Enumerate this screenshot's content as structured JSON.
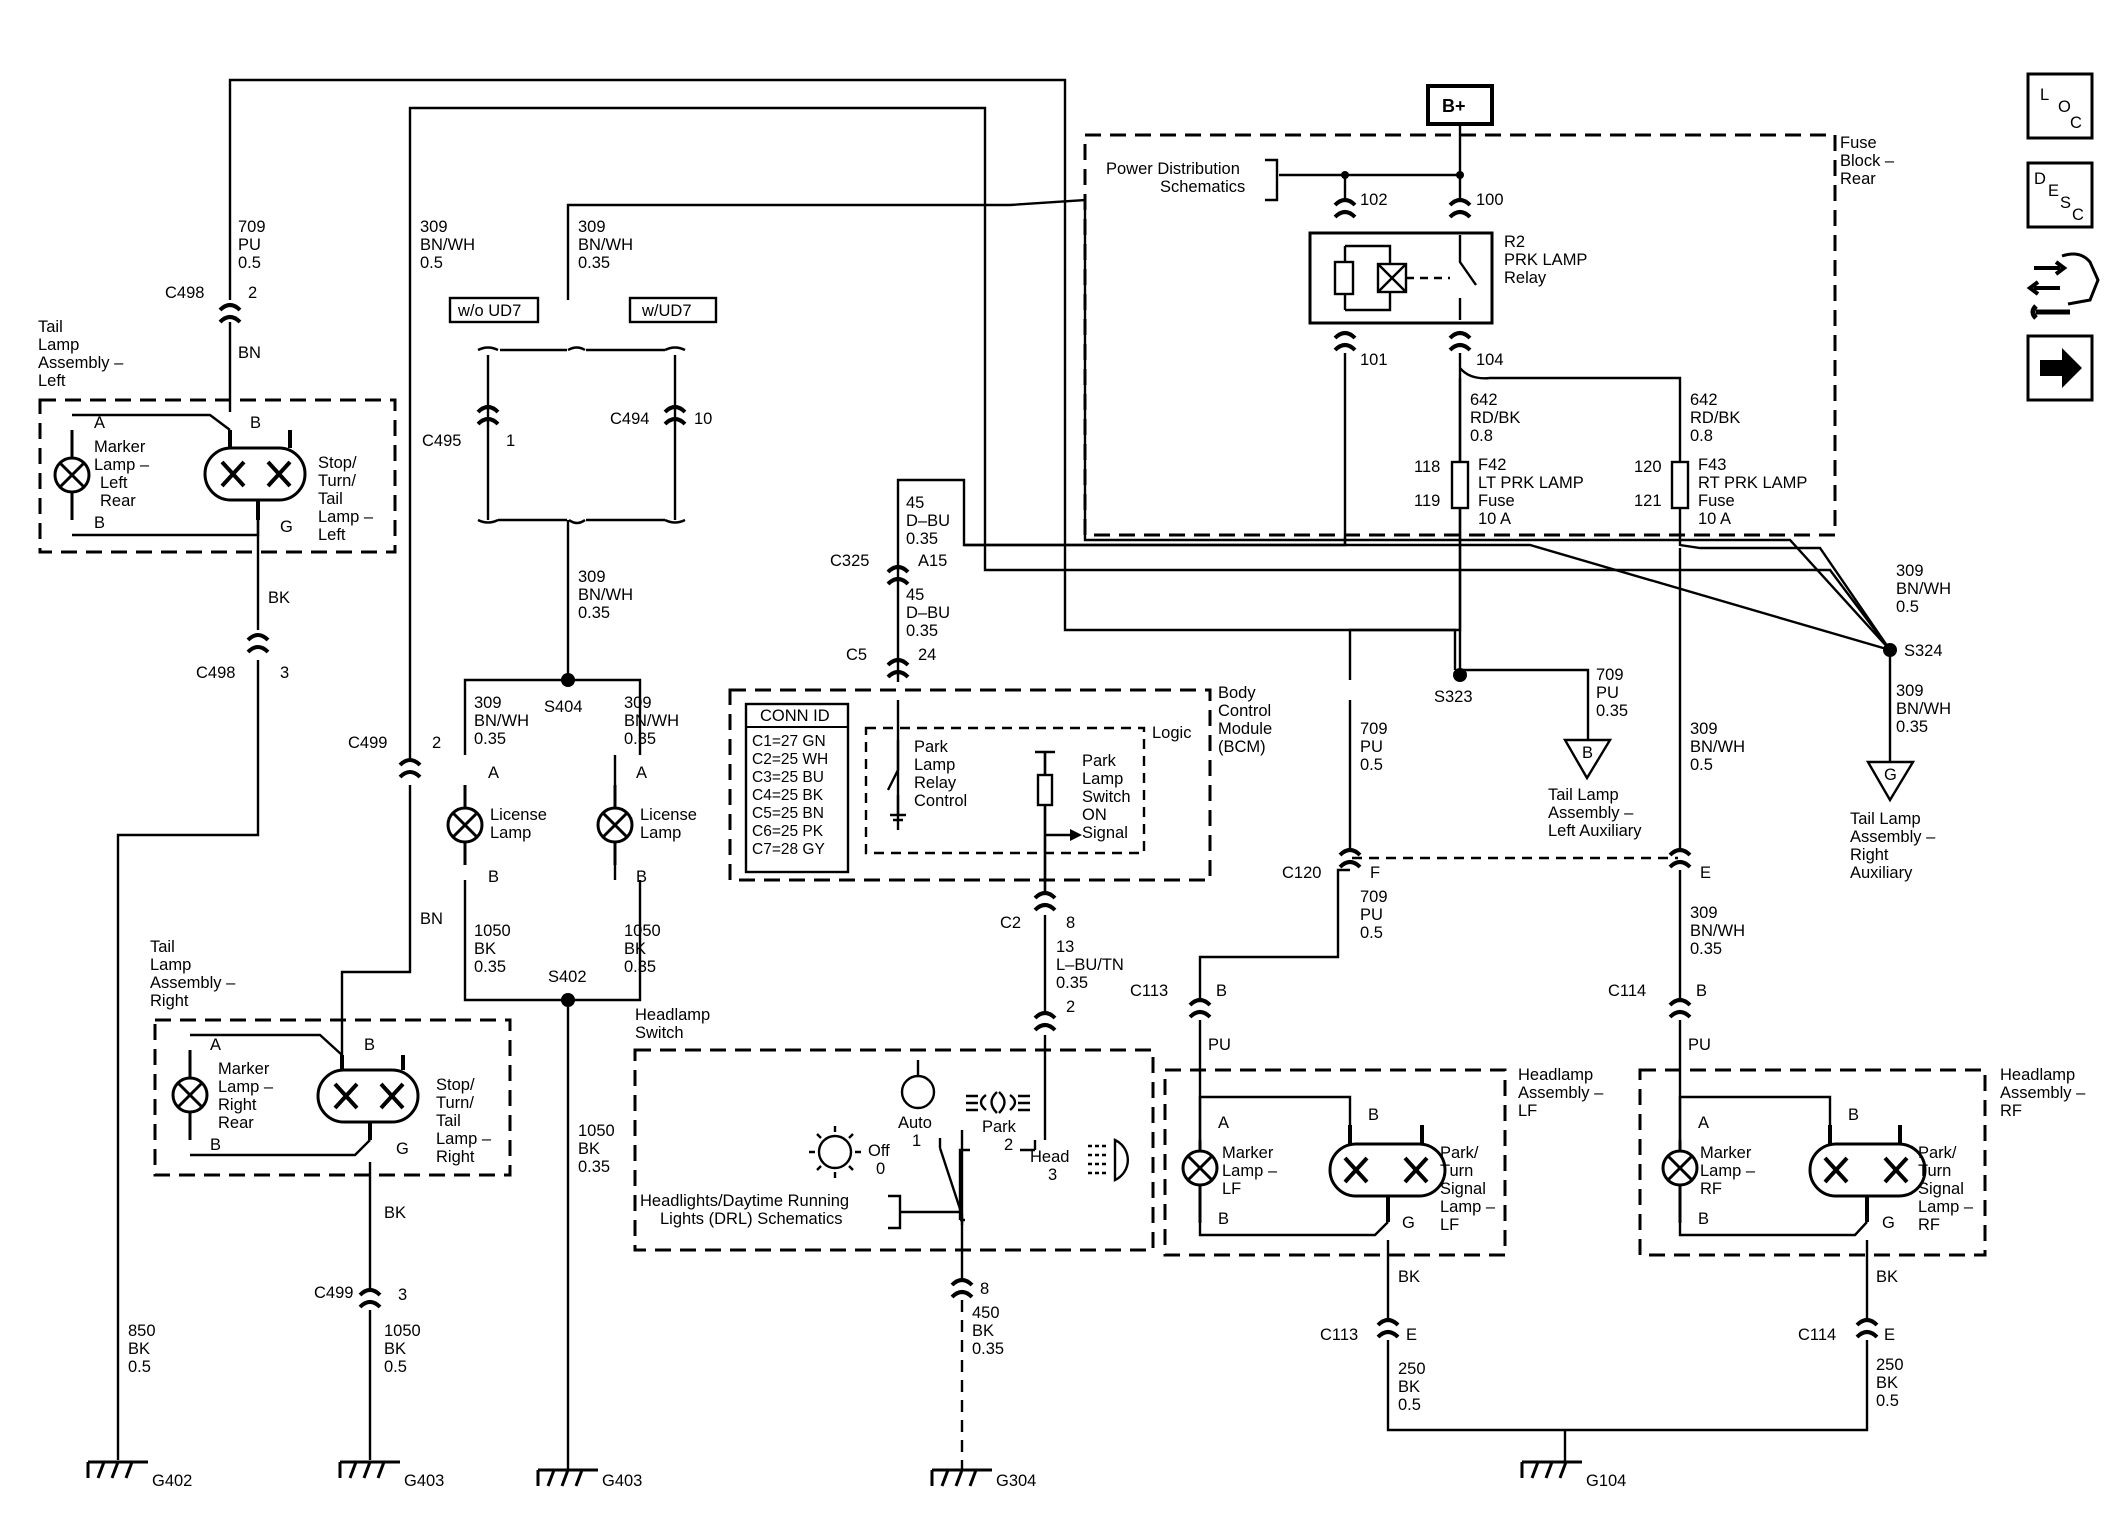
{
  "components": {
    "b_plus": "B+",
    "fuse_block": [
      "Fuse",
      "Block –",
      "Rear"
    ],
    "power_dist": [
      "Power Distribution",
      "Schematics"
    ],
    "relay": [
      "R2",
      "PRK LAMP",
      "Relay"
    ],
    "fuse_f42": [
      "F42",
      "LT PRK LAMP",
      "Fuse",
      "10 A"
    ],
    "fuse_f43": [
      "F43",
      "RT PRK LAMP",
      "Fuse",
      "10 A"
    ],
    "bcm": [
      "Body",
      "Control",
      "Module",
      "(BCM)"
    ],
    "logic": "Logic",
    "park_relay_control": [
      "Park",
      "Lamp",
      "Relay",
      "Control"
    ],
    "park_switch_signal": [
      "Park",
      "Lamp",
      "Switch",
      "ON",
      "Signal"
    ],
    "conn_id": {
      "title": "CONN ID",
      "rows": [
        "C1=27 GN",
        "C2=25 WH",
        "C3=25 BU",
        "C4=25 BK",
        "C5=25 BN",
        "C6=25 PK",
        "C7=28 GY"
      ]
    },
    "headlamp_switch": [
      "Headlamp",
      "Switch"
    ],
    "hs_auto": [
      "Auto",
      "1"
    ],
    "hs_park": [
      "Park",
      "2"
    ],
    "hs_head": [
      "Head",
      "3"
    ],
    "hs_off": [
      "Off",
      "0"
    ],
    "drl": [
      "Headlights/Daytime Running",
      "Lights (DRL) Schematics"
    ],
    "tail_left_title": [
      "Tail",
      "Lamp",
      "Assembly –",
      "Left"
    ],
    "tail_right_title": [
      "Tail",
      "Lamp",
      "Assembly –",
      "Right"
    ],
    "marker_lr": [
      "Marker",
      "Lamp –",
      "Left",
      "Rear"
    ],
    "marker_rr": [
      "Marker",
      "Lamp –",
      "Right",
      "Rear"
    ],
    "stop_left": [
      "Stop/",
      "Turn/",
      "Tail",
      "Lamp –",
      "Left"
    ],
    "stop_right": [
      "Stop/",
      "Turn/",
      "Tail",
      "Lamp –",
      "Right"
    ],
    "license_lamp": [
      "License",
      "Lamp"
    ],
    "opt_no_ud7": "w/o UD7",
    "opt_ud7": "w/UD7",
    "headlamp_lf_title": [
      "Headlamp",
      "Assembly –",
      "LF"
    ],
    "headlamp_rf_title": [
      "Headlamp",
      "Assembly –",
      "RF"
    ],
    "marker_lf": [
      "Marker",
      "Lamp –",
      "LF"
    ],
    "marker_rf": [
      "Marker",
      "Lamp –",
      "RF"
    ],
    "park_lf": [
      "Park/",
      "Turn",
      "Signal",
      "Lamp –",
      "LF"
    ],
    "park_rf": [
      "Park/",
      "Turn",
      "Signal",
      "Lamp –",
      "RF"
    ],
    "tail_left_aux": [
      "Tail Lamp",
      "Assembly –",
      "Left Auxiliary"
    ],
    "tail_right_aux": [
      "Tail Lamp",
      "Assembly –",
      "Right",
      "Auxiliary"
    ],
    "offpage_b": "B",
    "offpage_g": "G"
  },
  "wires": {
    "w709_top": [
      "709",
      "PU",
      "0.5"
    ],
    "w309_a": [
      "309",
      "BN/WH",
      "0.5"
    ],
    "w309_b": [
      "309",
      "BN/WH",
      "0.35"
    ],
    "w309_c": [
      "309",
      "BN/WH",
      "0.35"
    ],
    "w309_s404l": [
      "309",
      "BN/WH",
      "0.35"
    ],
    "w309_s404r": [
      "309",
      "BN/WH",
      "0.35"
    ],
    "w1050_l": [
      "1050",
      "BK",
      "0.35"
    ],
    "w1050_r": [
      "1050",
      "BK",
      "0.35"
    ],
    "w1050_s402": [
      "1050",
      "BK",
      "0.35"
    ],
    "w45_top": [
      "45",
      "D–BU",
      "0.35"
    ],
    "w45_mid": [
      "45",
      "D–BU",
      "0.35"
    ],
    "w642_l": [
      "642",
      "RD/BK",
      "0.8"
    ],
    "w642_r": [
      "642",
      "RD/BK",
      "0.8"
    ],
    "w709_s323": [
      "709",
      "PU",
      "0.35"
    ],
    "w709_c120a": [
      "709",
      "PU",
      "0.5"
    ],
    "w709_c120b": [
      "709",
      "PU",
      "0.5"
    ],
    "w309_s324t": [
      "309",
      "BN/WH",
      "0.5"
    ],
    "w309_s324b": [
      "309",
      "BN/WH",
      "0.35"
    ],
    "w309_e1": [
      "309",
      "BN/WH",
      "0.5"
    ],
    "w309_e2": [
      "309",
      "BN/WH",
      "0.35"
    ],
    "w13": [
      "13",
      "L–BU/TN",
      "0.35"
    ],
    "w450": [
      "450",
      "BK",
      "0.35"
    ],
    "w850": [
      "850",
      "BK",
      "0.5"
    ],
    "w1050_g403": [
      "1050",
      "BK",
      "0.5"
    ],
    "w250_l": [
      "250",
      "BK",
      "0.5"
    ],
    "w250_r": [
      "250",
      "BK",
      "0.5"
    ],
    "bn": "BN",
    "bk": "BK",
    "pu": "PU"
  },
  "connectors": {
    "c498": "C498",
    "c499": "C499",
    "c495": "C495",
    "c494": "C494",
    "c325": "C325",
    "c5": "C5",
    "c2": "C2",
    "c120": "C120",
    "c113": "C113",
    "c114": "C114"
  },
  "pins": {
    "p2": "2",
    "p3": "3",
    "p1": "1",
    "p10": "10",
    "p8": "8",
    "p24": "24",
    "a15": "A15",
    "f": "F",
    "e": "E",
    "b": "B",
    "a": "A",
    "g": "G",
    "p100": "100",
    "p101": "101",
    "p102": "102",
    "p104": "104",
    "p118": "118",
    "p119": "119",
    "p120": "120",
    "p121": "121"
  },
  "splices": {
    "s323": "S323",
    "s324": "S324",
    "s402": "S402",
    "s404": "S404"
  },
  "grounds": {
    "g402": "G402",
    "g403": "G403",
    "g304": "G304",
    "g104": "G104"
  },
  "nav": {
    "loc": [
      "L",
      "O",
      "C"
    ],
    "desc": [
      "D",
      "E",
      "S",
      "C"
    ]
  }
}
